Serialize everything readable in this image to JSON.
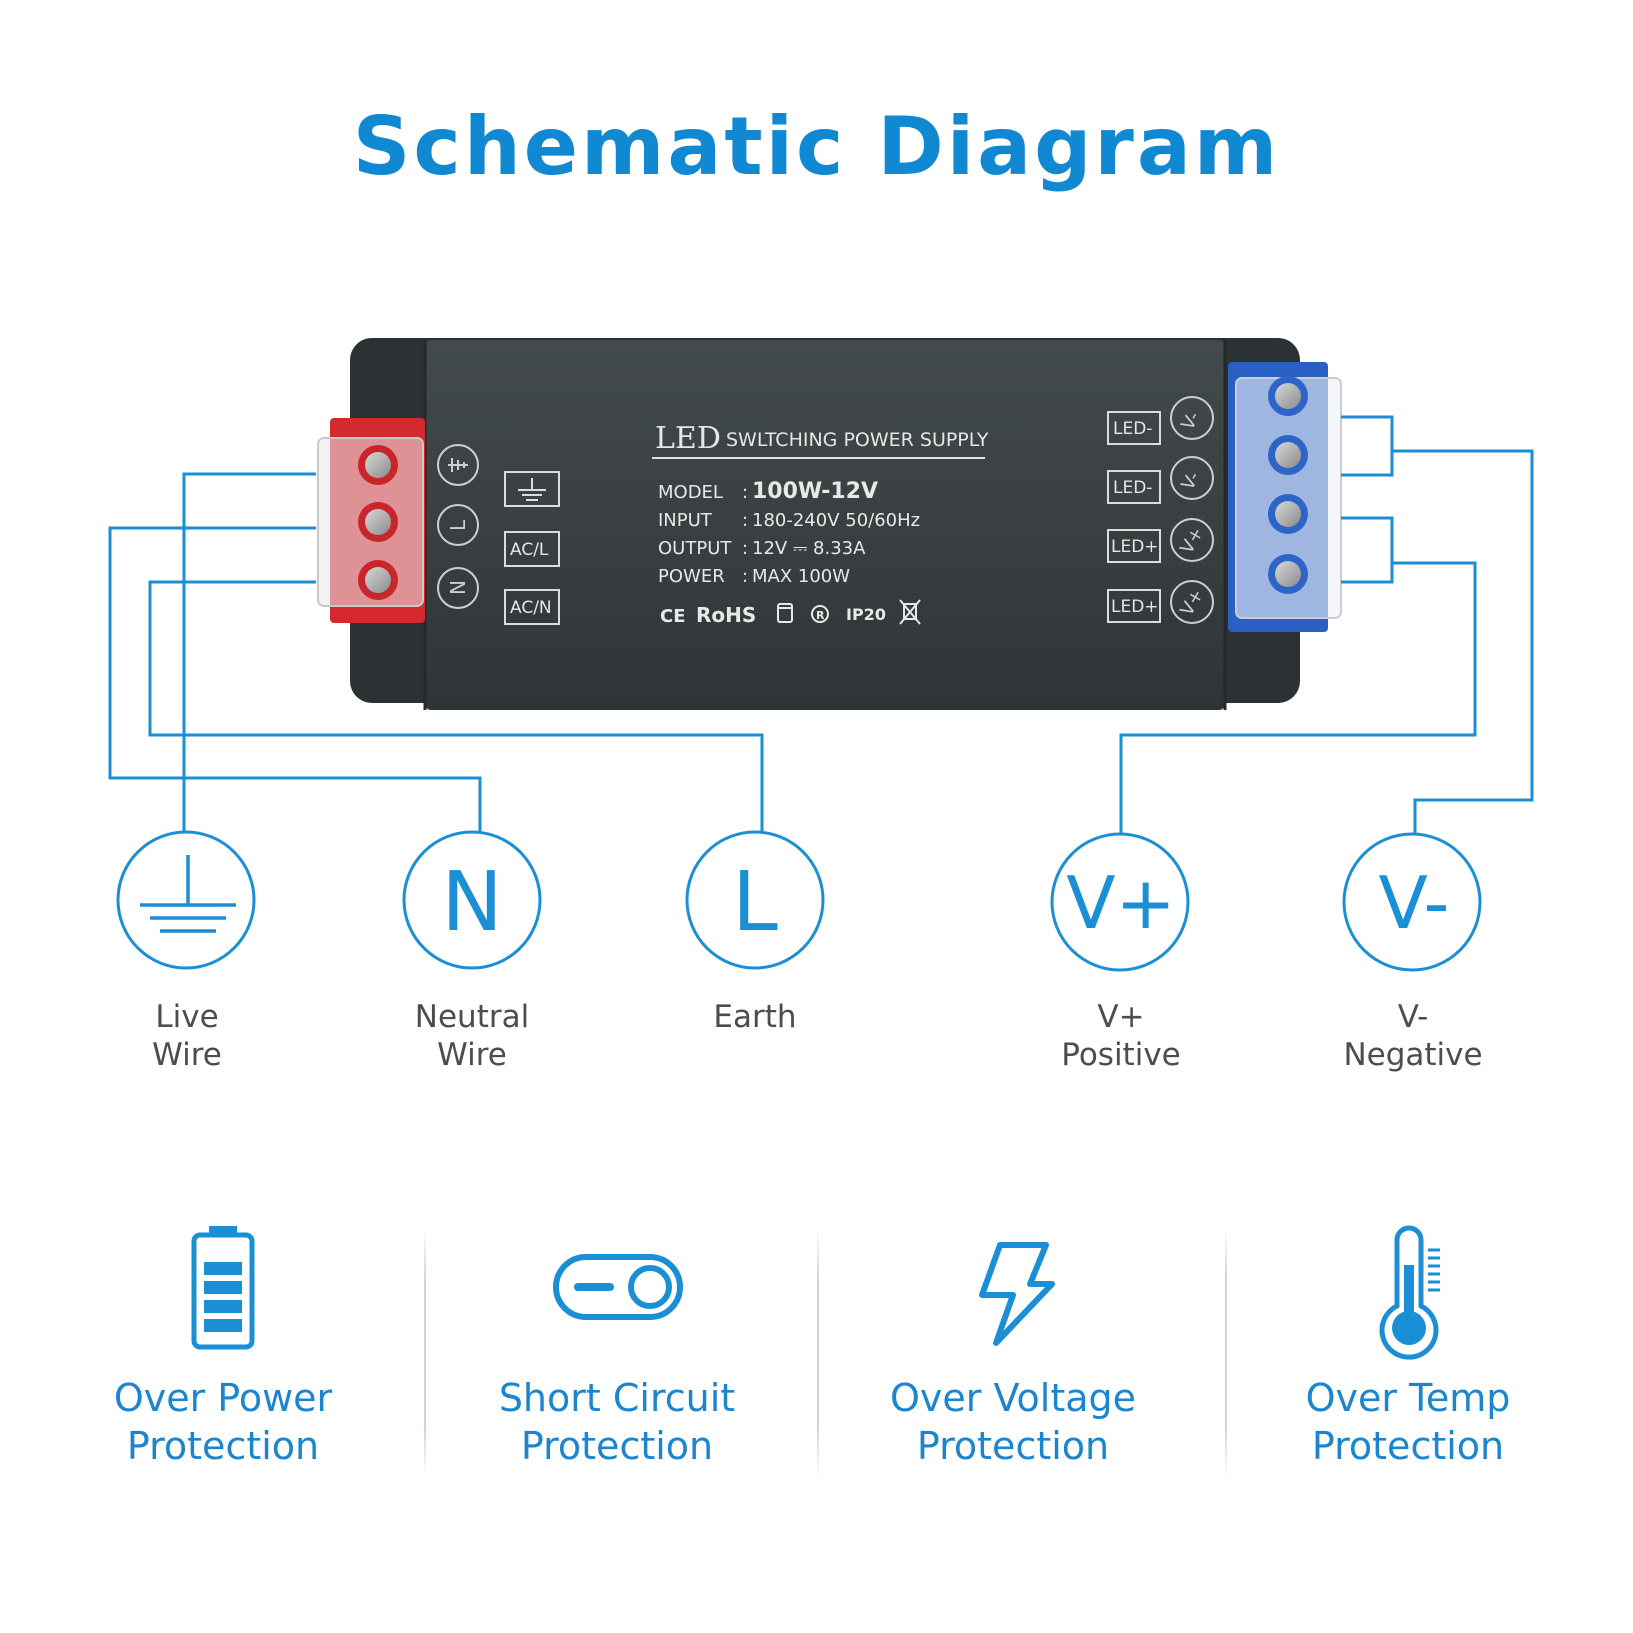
{
  "title": "Schematic Diagram",
  "device": {
    "brand": "LED",
    "product": "SWLTCHING POWER SUPPLY",
    "specs": [
      {
        "key": "MODEL",
        "sep": ":",
        "value": "100W-12V"
      },
      {
        "key": "INPUT",
        "sep": ":",
        "value": "180-240V 50/60Hz"
      },
      {
        "key": "OUTPUT",
        "sep": ":",
        "value": "12V ⎓ 8.33A"
      },
      {
        "key": "POWER",
        "sep": ":",
        "value": "MAX 100W"
      }
    ],
    "certifications": {
      "ce": "CE",
      "rohs": "RoHS",
      "ip": "IP20",
      "r_mark": "R"
    },
    "input_labels": [
      "AC/L",
      "AC/N"
    ],
    "input_side_marks": [
      "L",
      "N"
    ],
    "output_labels": [
      "LED-",
      "LED-",
      "LED+",
      "LED+"
    ],
    "output_side_marks": [
      "V-",
      "V-",
      "V+",
      "V+"
    ]
  },
  "terminals": [
    {
      "symbol": "ground-icon",
      "lines": [
        "Live",
        "Wire"
      ]
    },
    {
      "symbol": "N",
      "lines": [
        "Neutral",
        "Wire"
      ]
    },
    {
      "symbol": "L",
      "lines": [
        "Earth"
      ]
    },
    {
      "symbol": "V+",
      "lines": [
        "V+",
        "Positive"
      ]
    },
    {
      "symbol": "V-",
      "lines": [
        "V-",
        "Negative"
      ]
    }
  ],
  "features": [
    {
      "icon": "battery-icon",
      "lines": [
        "Over Power",
        "Protection"
      ]
    },
    {
      "icon": "toggle-switch-icon",
      "lines": [
        "Short Circuit",
        "Protection"
      ]
    },
    {
      "icon": "lightning-bolt-icon",
      "lines": [
        "Over Voltage",
        "Protection"
      ]
    },
    {
      "icon": "thermometer-icon",
      "lines": [
        "Over Temp",
        "Protection"
      ]
    }
  ],
  "colors": {
    "accent": "#1188d2",
    "wire": "#1a8fd6",
    "housing": "#3a4042",
    "input_block": "#d42a2f",
    "output_block": "#2a5fc4"
  }
}
